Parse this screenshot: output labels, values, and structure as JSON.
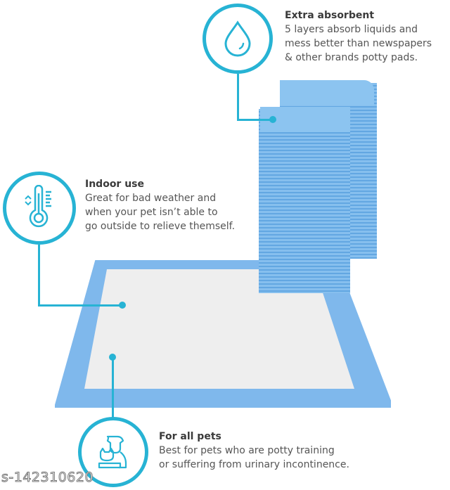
{
  "features": [
    {
      "icon": "water-drop-icon",
      "title": "Extra absorbent",
      "description_lines": [
        "5 layers absorb liquids and",
        "mess better than newspapers",
        "& other brands potty pads."
      ]
    },
    {
      "icon": "thermometer-icon",
      "title": "Indoor use",
      "description_lines": [
        "Great for bad weather and",
        "when your pet isn’t able to",
        "go outside to relieve themself."
      ]
    },
    {
      "icon": "dog-and-cat-icon",
      "title": "For all pets",
      "description_lines": [
        "Best for pets who are potty training",
        "or suffering from urinary incontinence."
      ]
    }
  ],
  "watermark": "s-142310620",
  "colors": {
    "accent": "#27b3d4",
    "pad_blue": "#7fb8ec",
    "pad_inner": "#eeeeee",
    "text": "#4a4a4a"
  }
}
